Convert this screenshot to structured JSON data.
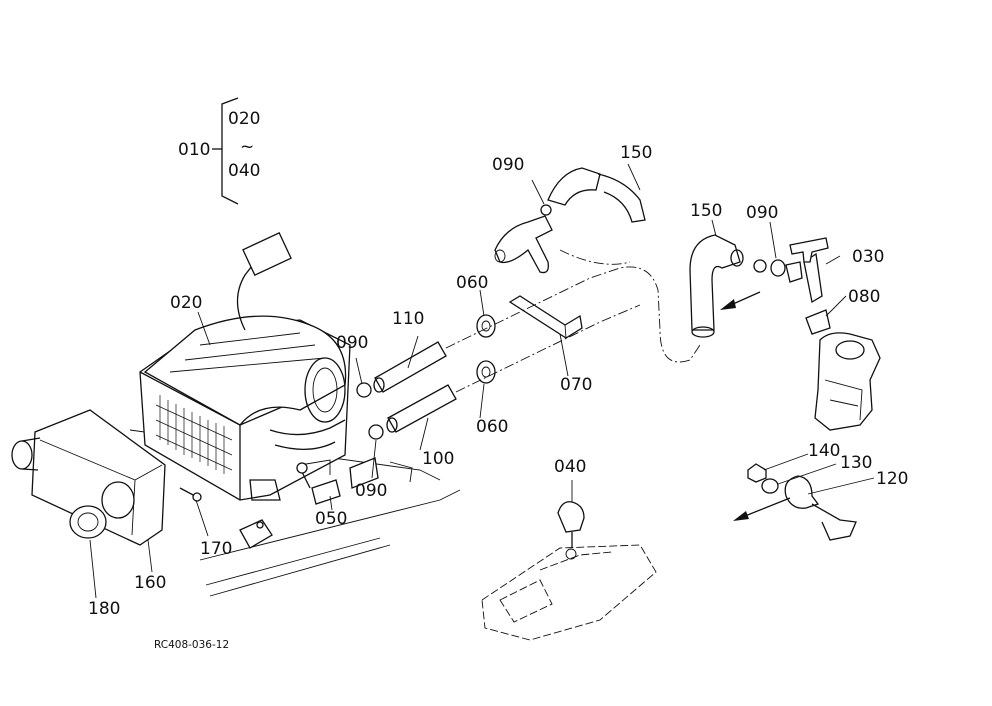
{
  "bracket": {
    "parent": "010",
    "top": "020",
    "middle": "~",
    "bottom": "040"
  },
  "callouts": {
    "c020": "020",
    "c030": "030",
    "c040": "040",
    "c050": "050",
    "c060a": "060",
    "c060b": "060",
    "c070": "070",
    "c080": "080",
    "c090a": "090",
    "c090b": "090",
    "c090c": "090",
    "c090d": "090",
    "c100": "100",
    "c110": "110",
    "c120": "120",
    "c130": "130",
    "c140": "140",
    "c150a": "150",
    "c150b": "150",
    "c160": "160",
    "c170": "170",
    "c180": "180"
  },
  "reference_code": "RC408-036-12"
}
